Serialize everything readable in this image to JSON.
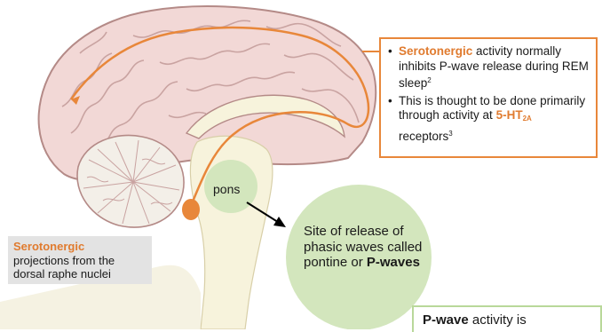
{
  "callout": {
    "item1": {
      "highlight": "Serotonergic",
      "rest": " activity normally inhibits P-wave release during REM sleep",
      "ref": "2"
    },
    "item2": {
      "text": "This is thought to be done primarily through activity at ",
      "receptor": "5-HT",
      "receptor_sub": "2A",
      "after": " receptors",
      "ref": "3"
    }
  },
  "pons_label": "pons",
  "raphe": {
    "highlight": "Serotonergic",
    "rest": "projections from the dorsal raphe nuclei"
  },
  "site": {
    "text": "Site of release of phasic waves called pontine or ",
    "bold": "P-waves"
  },
  "pwave_box": {
    "bold": "P-wave",
    "rest": " activity is"
  },
  "colors": {
    "orange": "#e8873a",
    "green_circle": "#d3e6bd",
    "brain_pink": "#f2d8d6",
    "brain_outline": "#b48a87"
  }
}
